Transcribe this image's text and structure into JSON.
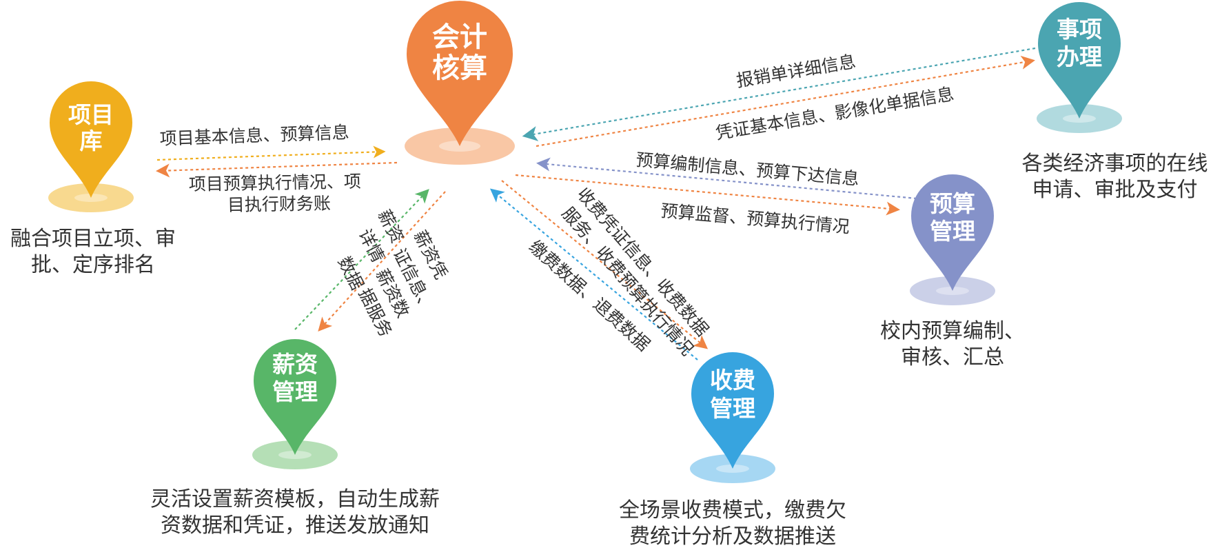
{
  "nodes": {
    "accounting": {
      "line1": "会计",
      "line2": "核算",
      "color": "#EF8443",
      "base": "#F9C7A5"
    },
    "project": {
      "line1": "项目",
      "line2": "库",
      "color": "#F0AE1D",
      "base": "#F8D98F",
      "desc1": "融合项目立项、审",
      "desc2": "批、定序排名"
    },
    "matters": {
      "line1": "事项",
      "line2": "办理",
      "color": "#4BA5B1",
      "base": "#B1DADF",
      "desc1": "各类经济事项的在线",
      "desc2": "申请、审批及支付"
    },
    "budget": {
      "line1": "预算",
      "line2": "管理",
      "color": "#8592C9",
      "base": "#CBD0E8",
      "desc1": "校内预算编制、",
      "desc2": "审核、汇总"
    },
    "fees": {
      "line1": "收费",
      "line2": "管理",
      "color": "#37A4DF",
      "base": "#A6D7F3",
      "desc1": "全场景收费模式，缴费欠",
      "desc2": "费统计分析及数据推送"
    },
    "salary": {
      "line1": "薪资",
      "line2": "管理",
      "color": "#58B668",
      "base": "#B5DFB6",
      "desc1": "灵活设置薪资模板，自动生成薪",
      "desc2": "资数据和凭证，推送发放通知"
    }
  },
  "flows": {
    "project_to_acc": "项目基本信息、预算信息",
    "acc_to_project_1": "项目预算执行情况、项",
    "acc_to_project_2": "目执行财务账",
    "matters_to_acc": "报销单详细信息",
    "acc_to_matters": "凭证基本信息、影像化单据信息",
    "budget_to_acc": "预算编制信息、预算下达信息",
    "acc_to_budget": "预算监督、预算执行情况",
    "salary_to_acc_1": "薪资",
    "salary_to_acc_2": "详情",
    "salary_to_acc_3": "数据",
    "acc_to_salary_1": "薪资凭",
    "acc_to_salary_2": "证信息、",
    "acc_to_salary_3": "薪资数",
    "acc_to_salary_4": "据服务",
    "acc_to_fees_1": "收费凭证信息、收费数据",
    "acc_to_fees_2": "服务、收费预算执行情况",
    "fees_to_acc": "缴费数据、退费数据"
  }
}
